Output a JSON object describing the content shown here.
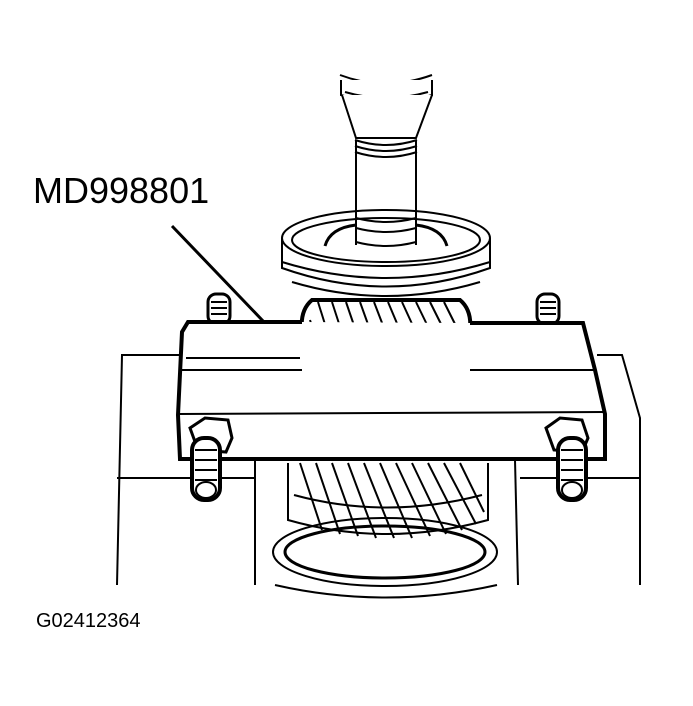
{
  "diagram": {
    "type": "technical-line-illustration",
    "subject": "Special tool bracket holding transmission gear shaft assembly on press stand",
    "callouts": [
      {
        "label": "MD998801",
        "target": "tool-bracket"
      }
    ],
    "figure_id": "G02412364",
    "colors": {
      "line": "#000000",
      "background": "#ffffff"
    }
  }
}
